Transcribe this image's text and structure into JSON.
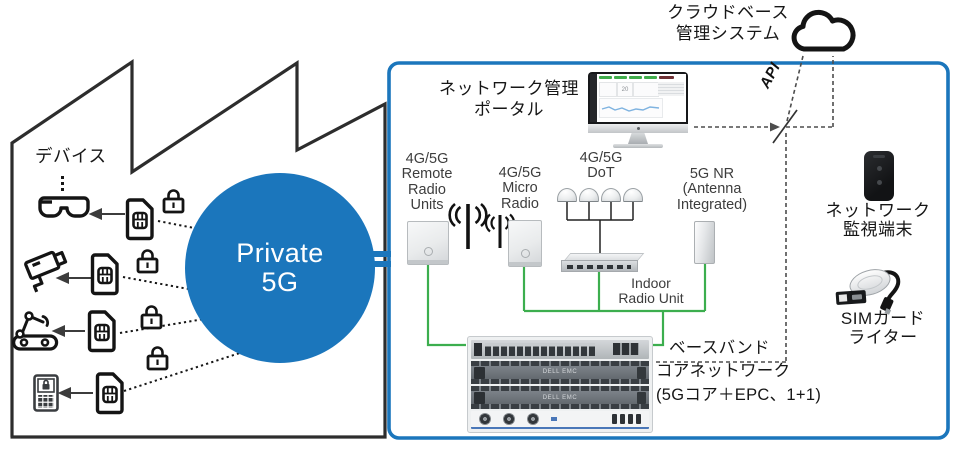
{
  "colors": {
    "primary_blue": "#1b76bc",
    "line_green": "#3cae4e",
    "outline_black": "#2d2d2d"
  },
  "factory": {
    "devices_label": "デバイス",
    "core_line1": "Private",
    "core_line2": "5G"
  },
  "device_icons": [
    {
      "name": "smart-glasses"
    },
    {
      "name": "surveillance-camera"
    },
    {
      "name": "robot-arm"
    },
    {
      "name": "handheld-terminal"
    }
  ],
  "cloud": {
    "label_line1": "クラウドベース",
    "label_line2": "管理システム",
    "api_label": "API"
  },
  "portal": {
    "label_line1": "ネットワーク管理",
    "label_line2": "ポータル"
  },
  "radios": {
    "rru_line1": "4G/5G",
    "rru_line2": "Remote",
    "rru_line3": "Radio",
    "rru_line4": "Units",
    "micro_line1": "4G/5G",
    "micro_line2": "Micro",
    "micro_line3": "Radio",
    "dot_line1": "4G/5G",
    "dot_line2": "DoT",
    "nr_line1": "5G NR",
    "nr_line2": "(Antenna",
    "nr_line3": "Integrated)",
    "iru_line1": "Indoor",
    "iru_line2": "Radio Unit"
  },
  "core": {
    "label_line1": "ベースバンド",
    "label_line2": "コアネットワーク",
    "label_line3": "(5Gコア＋EPC、1+1)",
    "server_brand": "DELL EMC",
    "dashboard_value": "20"
  },
  "right_column": {
    "monitor_label_line1": "ネットワーク",
    "monitor_label_line2": "監視端末",
    "sim_writer_label_line1": "SIMカード",
    "sim_writer_label_line2": "ライター"
  }
}
